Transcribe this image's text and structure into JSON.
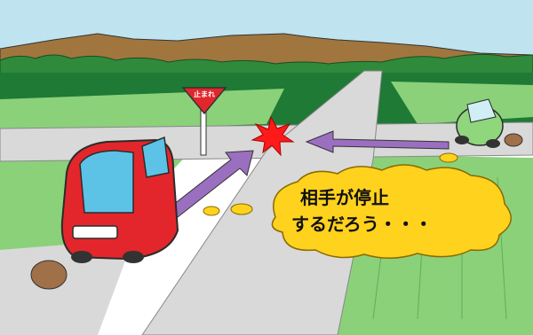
{
  "scene": {
    "stop_sign": {
      "label": "止まれ"
    },
    "thought_bubble": {
      "line1": "相手が停止",
      "line2": "するだろう・・・"
    }
  },
  "colors": {
    "sky": "#bfe3ef",
    "mountain": "#a0763e",
    "treeline": "#2f8a3c",
    "field_dark": "#1e7a35",
    "field_light": "#8bd17a",
    "road": "#d9d9d9",
    "arrow": "#9b6fc0",
    "red_car": "#e3262b",
    "green_car": "#8fd67c",
    "bubble": "#ffd21e",
    "collision": "#ff1a1a"
  }
}
